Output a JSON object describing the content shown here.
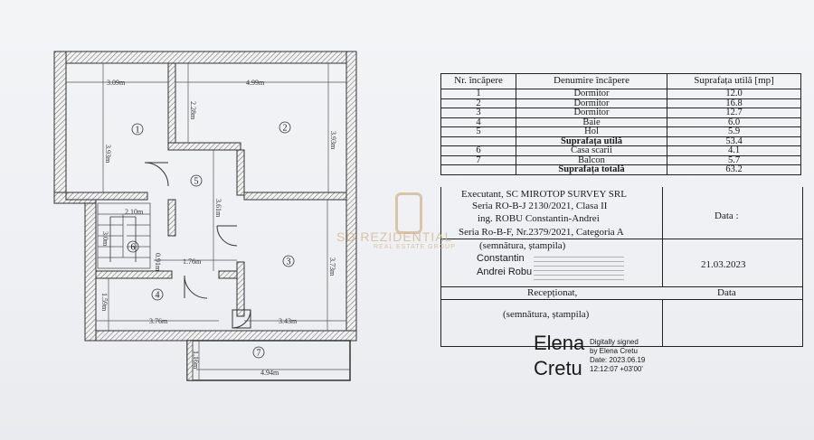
{
  "plan": {
    "dims": {
      "d1_width": "3.09m",
      "d2_width": "4.99m",
      "d1_height": "3.93m",
      "d2_height": "3.93m",
      "d2_left": "2.28m",
      "d5_height": "3.61m",
      "d3_height": "3.73m",
      "stair_w": "2.10m",
      "stair_h": "3.0m",
      "hall_w": "1.76m",
      "hall_h": "0.91m",
      "bath_h": "1.59m",
      "bath_w": "3.76m",
      "d3_w": "3.43m",
      "balcony_h": "1.16m",
      "balcony_w": "4.94m"
    },
    "rooms": [
      "1",
      "2",
      "3",
      "4",
      "5",
      "6",
      "7"
    ]
  },
  "table": {
    "headers": [
      "Nr. încăpere",
      "Denumire încăpere",
      "Suprafața utilă [mp]"
    ],
    "rows": [
      {
        "nr": "1",
        "name": "Dormitor",
        "area": "12.0"
      },
      {
        "nr": "2",
        "name": "Dormitor",
        "area": "16.8"
      },
      {
        "nr": "3",
        "name": "Dormitor",
        "area": "12.7"
      },
      {
        "nr": "4",
        "name": "Baie",
        "area": "6.0"
      },
      {
        "nr": "5",
        "name": "Hol",
        "area": "5.9"
      }
    ],
    "useful_label": "Suprafața utilă",
    "useful_value": "53.4",
    "rows2": [
      {
        "nr": "6",
        "name": "Casa scarii",
        "area": "4.1"
      },
      {
        "nr": "7",
        "name": "Balcon",
        "area": "5.7"
      }
    ],
    "total_label": "Suprafața totală",
    "total_value": "63.2"
  },
  "executor": {
    "line1": "Executant, SC MIROTOP SURVEY SRL",
    "line2": "Seria RO-B-J 2130/2021, Clasa II",
    "line3": "ing. ROBU Constantin-Andrei",
    "line4": "Seria Ro-B-F, Nr.2379/2021, Categoria A",
    "data_label": "Data :",
    "signature_note": "(semnătura, ștampila)",
    "signer_line1": "Constantin",
    "signer_line2": "Andrei Robu",
    "signed_date": "21.03.2023",
    "receptionat": "Recepționat,",
    "data_label2": "Data",
    "signature_note2": "(semnătura, ștampila)"
  },
  "digital_signature": {
    "name_line1": "Elena",
    "name_line2": "Cretu",
    "note1": "Digitally signed",
    "note2": "by Elena Cretu",
    "note3": "Date: 2023.06.19",
    "note4": "12:12:07 +03'00'"
  },
  "watermark": {
    "brand": "SD REZIDENTIAL",
    "tagline": "REAL ESTATE GROUP",
    "color": "#d2b48c"
  }
}
